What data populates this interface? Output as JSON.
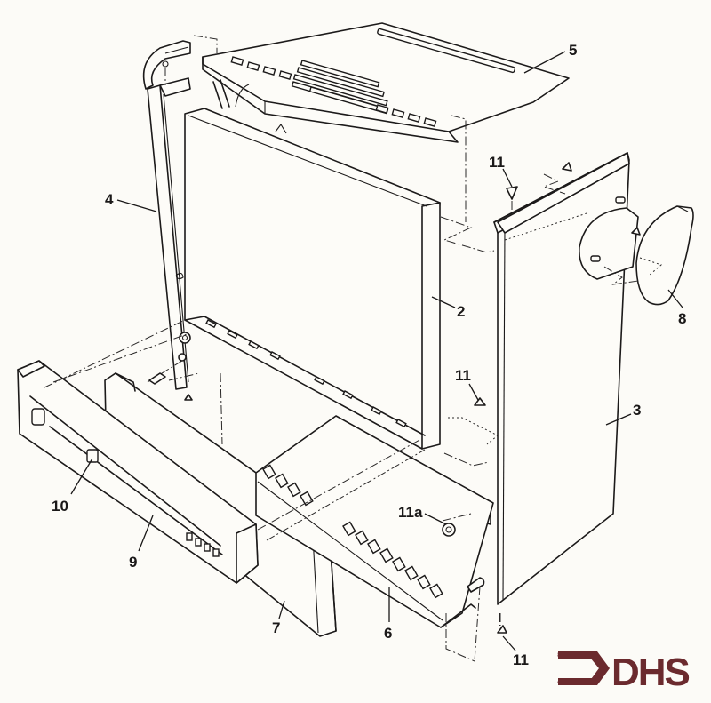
{
  "diagram": {
    "type": "exploded-parts-view",
    "subject": "equipment chassis / cabinet assembly",
    "callouts": [
      {
        "id": "5",
        "label": "5",
        "part": "top cover (ventilated)"
      },
      {
        "id": "4",
        "label": "4",
        "part": "left front upright"
      },
      {
        "id": "2",
        "label": "2",
        "part": "rear/inner panel"
      },
      {
        "id": "11_top",
        "label": "11",
        "part": "fastener"
      },
      {
        "id": "8",
        "label": "8",
        "part": "side end cap"
      },
      {
        "id": "11_mid",
        "label": "11",
        "part": "fastener"
      },
      {
        "id": "3",
        "label": "3",
        "part": "right side panel"
      },
      {
        "id": "10",
        "label": "10",
        "part": "front panel badge"
      },
      {
        "id": "9",
        "label": "9",
        "part": "front fascia panel"
      },
      {
        "id": "11a",
        "label": "11a",
        "part": "knurled screw"
      },
      {
        "id": "7",
        "label": "7",
        "part": "front inner panel"
      },
      {
        "id": "6",
        "label": "6",
        "part": "bottom rail (slotted)"
      },
      {
        "id": "11_bot",
        "label": "11",
        "part": "fastener"
      }
    ]
  },
  "logo": {
    "text": "DHS",
    "color": "#6b2a2e"
  }
}
